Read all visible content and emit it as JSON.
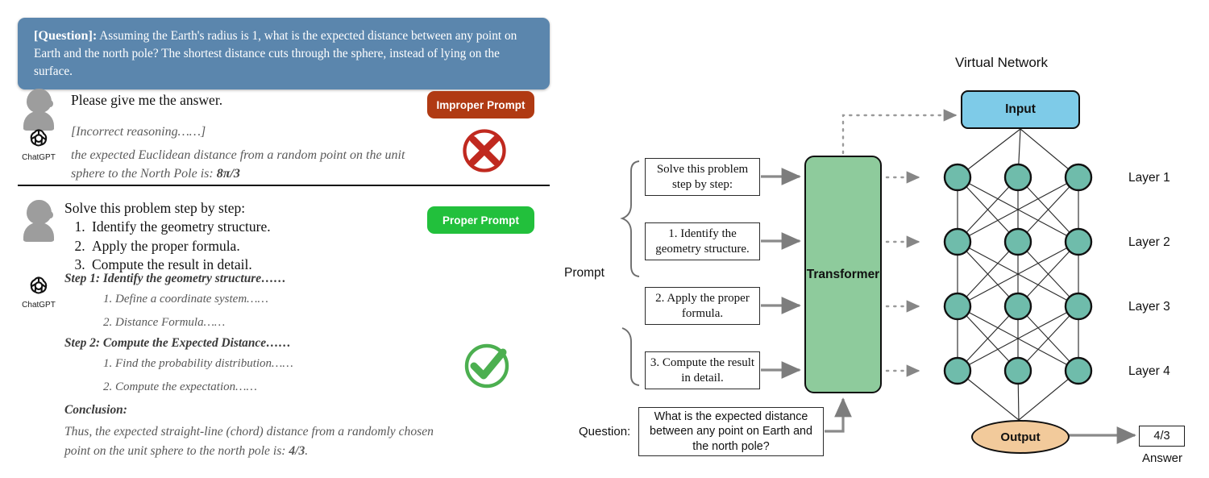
{
  "left_panel": {
    "question_banner": {
      "tag": "[Question]:",
      "text": " Assuming the Earth's radius is 1, what is the expected distance between any point on Earth and the north pole? The shortest distance cuts through the sphere, instead of lying on the surface.",
      "bg_color": "#5b86ad",
      "text_color": "#ffffff"
    },
    "turn_improper": {
      "user_message": "Please give me the answer.",
      "badge_label": "Improper Prompt",
      "badge_color": "#b03a13",
      "assistant_name": "ChatGPT",
      "assistant_lead": "[Incorrect reasoning……]",
      "assistant_body_prefix": "the expected Euclidean distance from a random point on the unit sphere to the North Pole is: ",
      "assistant_body_value": "8π/3",
      "verdict_icon": "red-x-icon",
      "verdict_color": "#c0291f"
    },
    "turn_proper": {
      "badge_label": "Proper Prompt",
      "badge_color": "#22c03c",
      "assistant_name": "ChatGPT",
      "user_lead": "Solve this problem step by step:",
      "user_steps": [
        "Identify the geometry structure.",
        "Apply the proper formula.",
        "Compute the result in detail."
      ],
      "answer_blocks": [
        {
          "heading": "Step 1: Identify the geometry structure……",
          "items": [
            "1.  Define a coordinate system……",
            "2.  Distance Formula……"
          ]
        },
        {
          "heading": "Step 2: Compute the Expected Distance……",
          "items": [
            "1.  Find the probability distribution……",
            "2.  Compute the expectation……"
          ]
        }
      ],
      "conclusion_heading": "Conclusion:",
      "conclusion_prefix": "Thus, the expected straight-line (chord) distance from a randomly chosen point on the unit sphere to the north pole is: ",
      "conclusion_value": "4/3",
      "conclusion_suffix": ".",
      "verdict_icon": "green-check-icon",
      "verdict_color": "#4caf50"
    }
  },
  "right_panel": {
    "title": "Virtual Network",
    "input_node": {
      "label": "Input",
      "color": "#7ecbe8"
    },
    "transformer": {
      "label": "Transformer",
      "color": "#8ecb9c"
    },
    "prompt_label": "Prompt",
    "prompt_boxes": [
      "Solve this problem step by step:",
      "1. Identify the geometry structure.",
      "2. Apply the proper formula.",
      "3. Compute the result in detail."
    ],
    "question_label": "Question:",
    "question_box": "What is the expected distance between any point on Earth and the north pole?",
    "layers": [
      {
        "label": "Layer 1",
        "nodes": 3
      },
      {
        "label": "Layer 2",
        "nodes": 3
      },
      {
        "label": "Layer 3",
        "nodes": 3
      },
      {
        "label": "Layer 4",
        "nodes": 3
      }
    ],
    "layer_box_color": "#e8e8e8",
    "node_color": "#6fbcab",
    "output_node": {
      "label": "Output",
      "color": "#f2ca9b"
    },
    "answer_box": {
      "value": "4/3",
      "caption": "Answer"
    }
  }
}
